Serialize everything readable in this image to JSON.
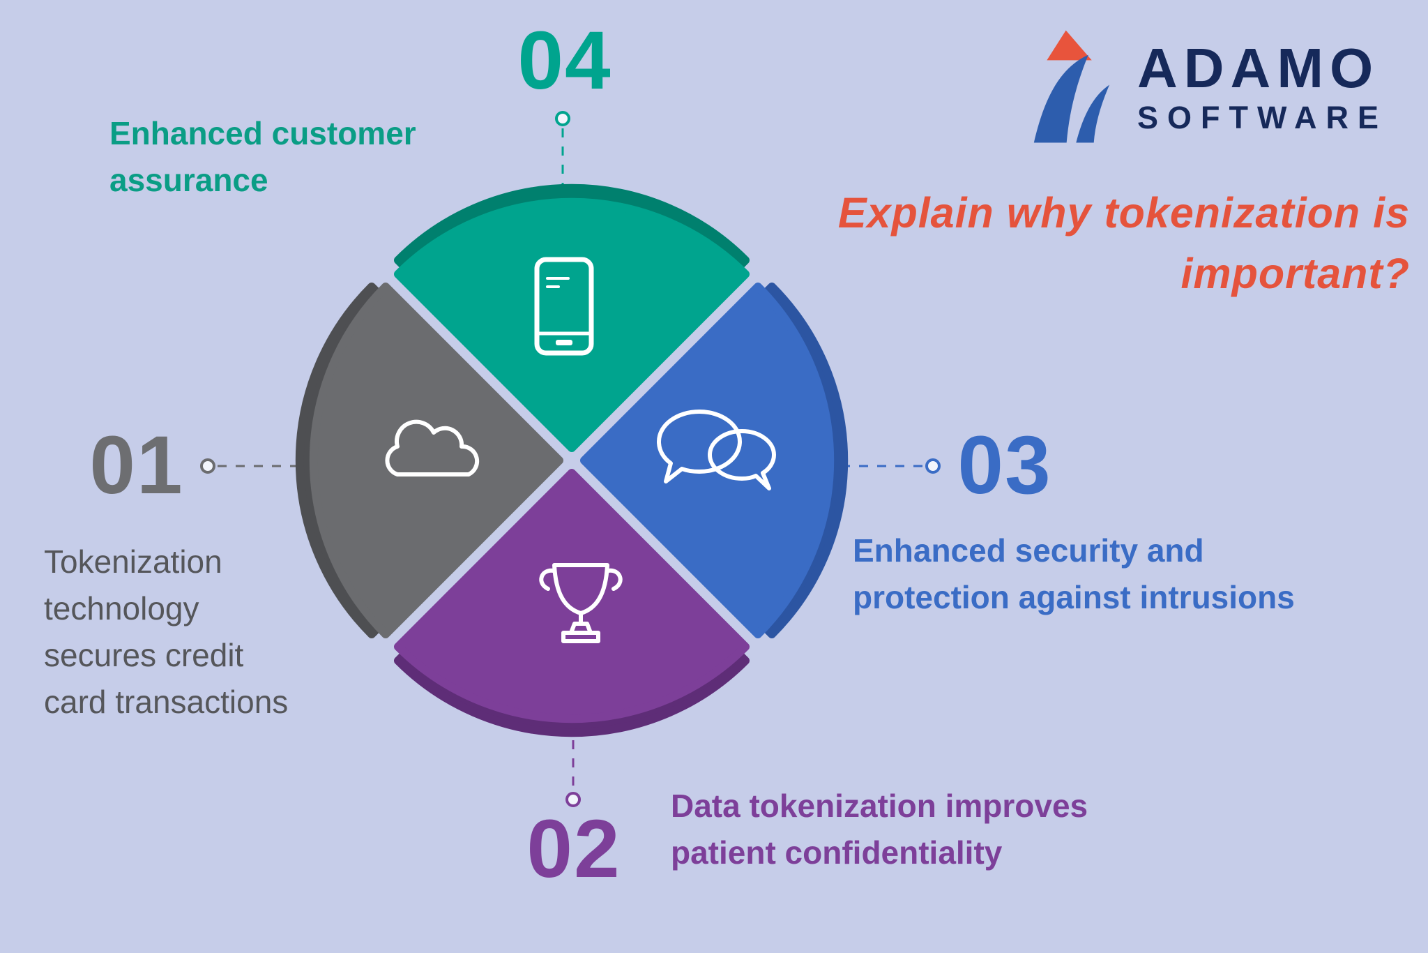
{
  "background_color": "#c6cde9",
  "logo": {
    "brand": "ADAMO",
    "brand_sub": "SOFTWARE",
    "navy": "#16295a",
    "blue": "#2d5dad",
    "red": "#e8543c"
  },
  "heading": {
    "line1": "Explain why tokenization is",
    "line2": "important?",
    "color": "#e5533c"
  },
  "wheel": {
    "top": {
      "number": "04",
      "color": "#00a48e",
      "shadow": "#00806e",
      "caption": "Enhanced customer\nassurance",
      "icon": "smartphone"
    },
    "right": {
      "number": "03",
      "color": "#3a6cc5",
      "shadow": "#2c55a2",
      "caption": "Enhanced security and\nprotection against intrusions",
      "icon": "speech-bubbles"
    },
    "bottom": {
      "number": "02",
      "color": "#7d3f99",
      "shadow": "#5e2d77",
      "caption": "Data tokenization improves\npatient confidentiality",
      "icon": "trophy"
    },
    "left": {
      "number": "01",
      "color": "#6b6c6f",
      "shadow": "#4e4f52",
      "caption": "Tokenization\ntechnology\nsecures credit\ncard transactions",
      "icon": "cloud"
    }
  }
}
